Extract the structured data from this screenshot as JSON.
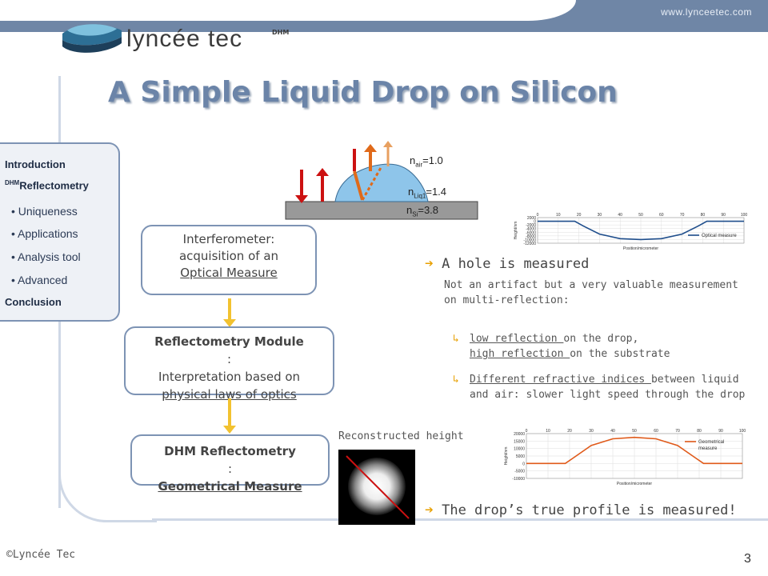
{
  "header": {
    "website": "www.lynceetec.com",
    "logo_text": "lyncée tec",
    "logo_sup": "DHM"
  },
  "title": "A Simple Liquid Drop on Silicon",
  "sidebar": {
    "introduction": "Introduction",
    "dhm_sup": "DHM",
    "reflectometry": "Reflectometry",
    "items": [
      "Uniqueness",
      "Applications",
      "Analysis tool",
      "Advanced"
    ],
    "conclusion": "Conclusion"
  },
  "diagram": {
    "n_air_base": "n",
    "n_air_sub": "air",
    "n_air_val": "=1.0",
    "n_liq_base": "n",
    "n_liq_sub": "Liq1",
    "n_liq_val": "=1.4",
    "n_si_base": "n",
    "n_si_sub": "Si",
    "n_si_val": "=3.8"
  },
  "flow": {
    "box1": {
      "line1": "Interferometer:",
      "line2": "acquisition of an",
      "line3": "Optical Measure"
    },
    "box2": {
      "line1a": "Reflectometry Module",
      "line1b": ":",
      "line2": "Interpretation based on",
      "line3": "physical laws of optics"
    },
    "box3": {
      "line1a": "DHM Reflectometry",
      "line1b": ":",
      "line2": "Geometrical Measure"
    }
  },
  "right": {
    "hole_marker": "➔",
    "hole_title": "A hole is measured",
    "hole_line1": "Not an artifact but a very valuable measurement",
    "hole_line2": "on multi-reflection:",
    "b1_u": "low reflection ",
    "b1_rest": "on the drop,",
    "b1b_u": "high reflection ",
    "b1b_rest": "on the substrate",
    "b2_u": "Different refractive indices ",
    "b2_rest": "between liquid",
    "b2_line2": "and air: slower light speed through the drop",
    "bullet_glyph": "↳",
    "recon_caption": "Reconstructed height",
    "true_marker": "➔",
    "true_text": "The drop’s true profile is measured!"
  },
  "chart1": {
    "ylabel": "Height/nm",
    "xlabel": "Position/micrometer",
    "legend": "Optical measure",
    "yticks": [
      "2000",
      "0",
      "-2000",
      "-4000",
      "-6000",
      "-8000",
      "-10000",
      "-12000"
    ],
    "xticks": [
      "0",
      "10",
      "20",
      "30",
      "40",
      "50",
      "60",
      "70",
      "80",
      "90",
      "100"
    ]
  },
  "chart2": {
    "ylabel": "Height/nm",
    "xlabel": "Position/micrometer",
    "legend_line1": "Geometrical",
    "legend_line2": "measure",
    "yticks": [
      "20000",
      "15000",
      "10000",
      "5000",
      "0",
      "-5000",
      "-10000"
    ],
    "xticks": [
      "0",
      "10",
      "20",
      "30",
      "40",
      "50",
      "60",
      "70",
      "80",
      "90",
      "100"
    ]
  },
  "chart_data": [
    {
      "type": "line",
      "ylabel": "Height/nm",
      "xlabel": "Position/micrometer",
      "series": [
        {
          "name": "Optical measure",
          "x": [
            0,
            10,
            18,
            22,
            30,
            40,
            50,
            60,
            70,
            78,
            82,
            90,
            100
          ],
          "values": [
            0,
            0,
            0,
            -2500,
            -7000,
            -9500,
            -10000,
            -9500,
            -7000,
            -2500,
            0,
            0,
            0
          ]
        }
      ],
      "ylim": [
        -12000,
        2000
      ],
      "xlim": [
        0,
        100
      ],
      "legend": "right"
    },
    {
      "type": "line",
      "ylabel": "Height/nm",
      "xlabel": "Position/micrometer",
      "series": [
        {
          "name": "Geometrical measure",
          "x": [
            0,
            10,
            18,
            22,
            30,
            40,
            50,
            60,
            70,
            78,
            82,
            90,
            100
          ],
          "values": [
            0,
            0,
            0,
            4000,
            12000,
            16500,
            17500,
            16500,
            12000,
            4000,
            0,
            0,
            0
          ]
        }
      ],
      "ylim": [
        -10000,
        20000
      ],
      "xlim": [
        0,
        100
      ],
      "legend": "top-right"
    }
  ],
  "footer": {
    "copyright": "©Lyncée Tec",
    "page": "3"
  },
  "colors": {
    "accent": "#6b84a8",
    "arrow": "#f2c230",
    "marker": "#e8a000",
    "curve_blue": "#1f4e8c",
    "curve_red": "#e05a1a"
  }
}
